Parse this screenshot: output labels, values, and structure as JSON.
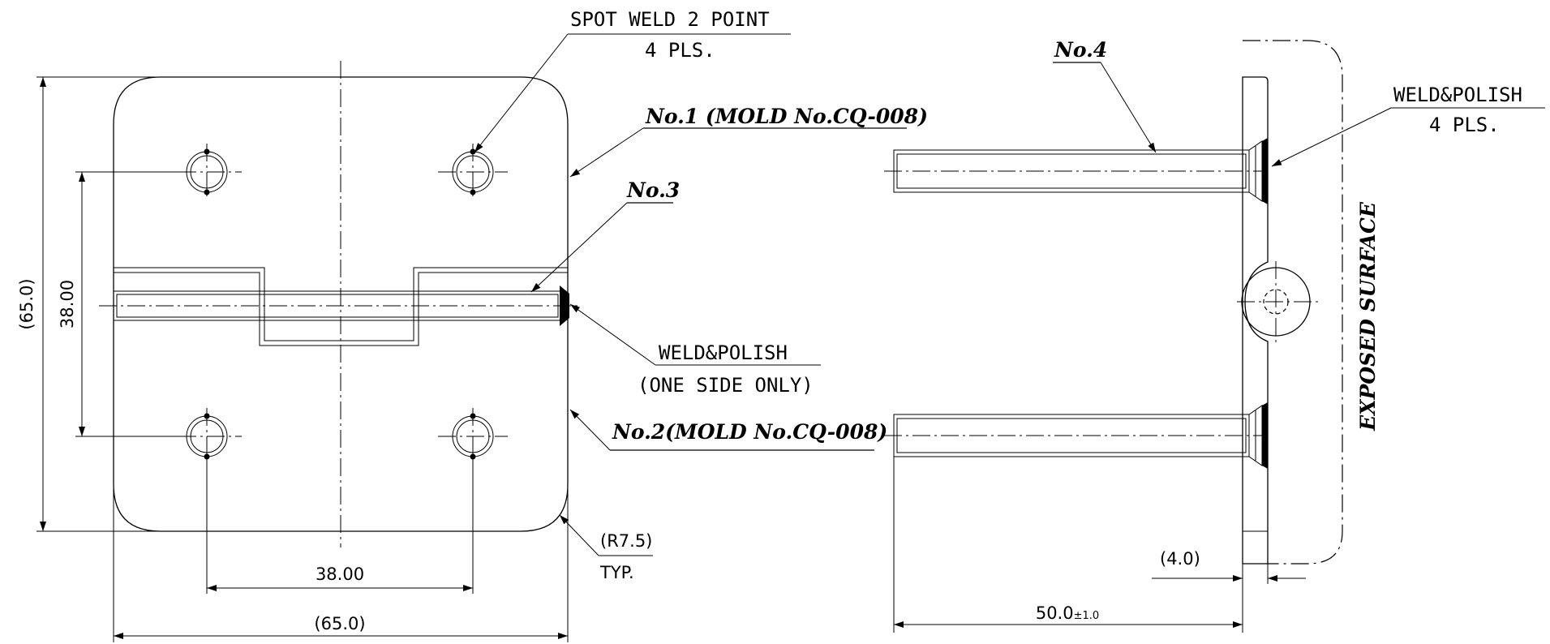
{
  "callouts": {
    "spot_weld": {
      "line1": "SPOT WELD 2 POINT",
      "line2": "4 PLS."
    },
    "part1": "No.1 (MOLD No.CQ-008)",
    "part3": "No.3",
    "weld_polish_front": {
      "line1": "WELD&POLISH",
      "line2": "(ONE SIDE ONLY)"
    },
    "part2": "No.2(MOLD No.CQ-008)",
    "radius": {
      "line1": "(R7.5)",
      "line2": "TYP."
    },
    "part4": "No.4",
    "weld_polish_side": {
      "line1": "WELD&POLISH",
      "line2": "4 PLS."
    },
    "exposed_surface": "EXPOSED SURFACE"
  },
  "dimensions": {
    "overall_height": "(65.0)",
    "hole_vertical": "38.00",
    "hole_horizontal": "38.00",
    "overall_width": "(65.0)",
    "thickness": "(4.0)",
    "pin_length": "50.0",
    "pin_length_tol": "±1.0"
  }
}
